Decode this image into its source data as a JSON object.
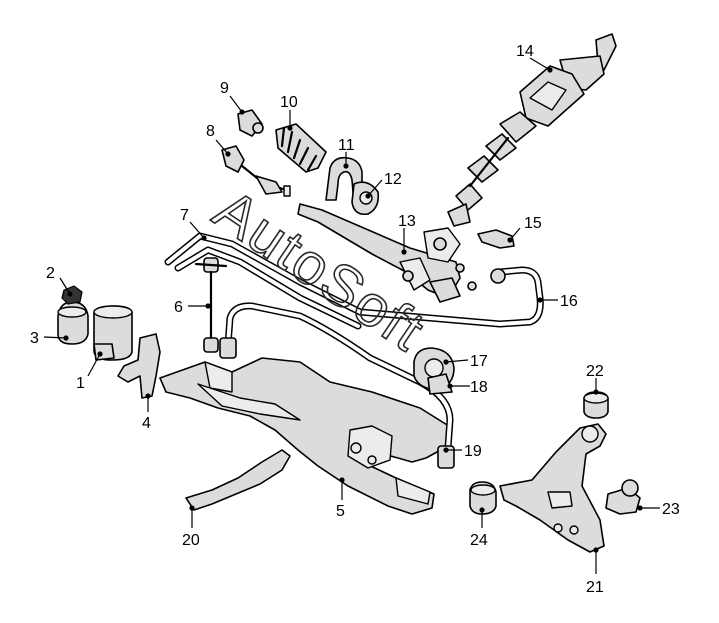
{
  "watermark": "AutoSoft",
  "callouts": {
    "c1": "1",
    "c2": "2",
    "c3": "3",
    "c4": "4",
    "c5": "5",
    "c6": "6",
    "c7": "7",
    "c8": "8",
    "c9": "9",
    "c10": "10",
    "c11": "11",
    "c12": "12",
    "c13": "13",
    "c14": "14",
    "c15": "15",
    "c16": "16",
    "c17": "17",
    "c18": "18",
    "c19": "19",
    "c20": "20",
    "c21": "21",
    "c22": "22",
    "c23": "23",
    "c24": "24"
  }
}
